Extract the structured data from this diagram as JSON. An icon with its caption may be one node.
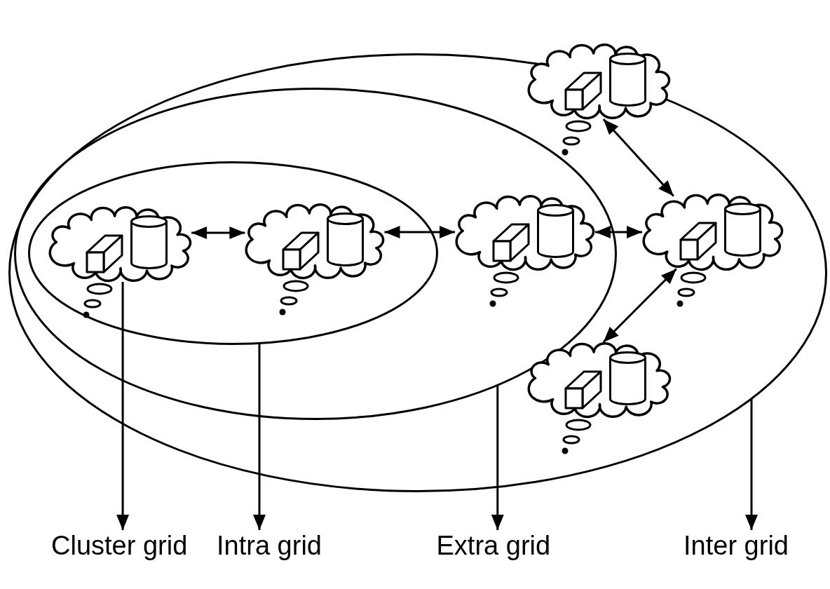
{
  "diagram": {
    "nodes": [
      {
        "text": [],
        "shape": "ellipse"
      },
      {
        "text": [],
        "shape": "ellipse",
        "in": 0
      },
      {
        "text": [],
        "shape": "ellipse",
        "in": 1
      },
      {
        "text": [],
        "shape": "cloud",
        "in": 2
      },
      {
        "text": [],
        "shape": "cloud",
        "in": 2
      },
      {
        "text": [],
        "shape": "cloud",
        "in": 1
      },
      {
        "text": [],
        "shape": "cloud"
      },
      {
        "text": [],
        "shape": "cloud",
        "in": 0
      },
      {
        "text": [],
        "shape": "cloud",
        "in": 0
      },
      {
        "text": [
          "Cluster grid"
        ]
      },
      {
        "text": [
          "Intra grid"
        ]
      },
      {
        "text": [
          "Extra grid"
        ]
      },
      {
        "text": [
          "Inter grid"
        ]
      }
    ],
    "edges": [
      {
        "from": 3,
        "to": 4,
        "arrow": "both"
      },
      {
        "from": 4,
        "to": 5,
        "arrow": "both"
      },
      {
        "from": 5,
        "to": 7,
        "arrow": "both"
      },
      {
        "from": 6,
        "to": 7,
        "arrow": "both"
      },
      {
        "from": 7,
        "to": 8,
        "arrow": "both"
      },
      {
        "from": 3,
        "to": 9,
        "arrow": "to"
      },
      {
        "from": 2,
        "to": 10,
        "arrow": "to"
      },
      {
        "from": 1,
        "to": 11,
        "arrow": "to"
      },
      {
        "from": 0,
        "to": 12,
        "arrow": "to"
      }
    ]
  }
}
